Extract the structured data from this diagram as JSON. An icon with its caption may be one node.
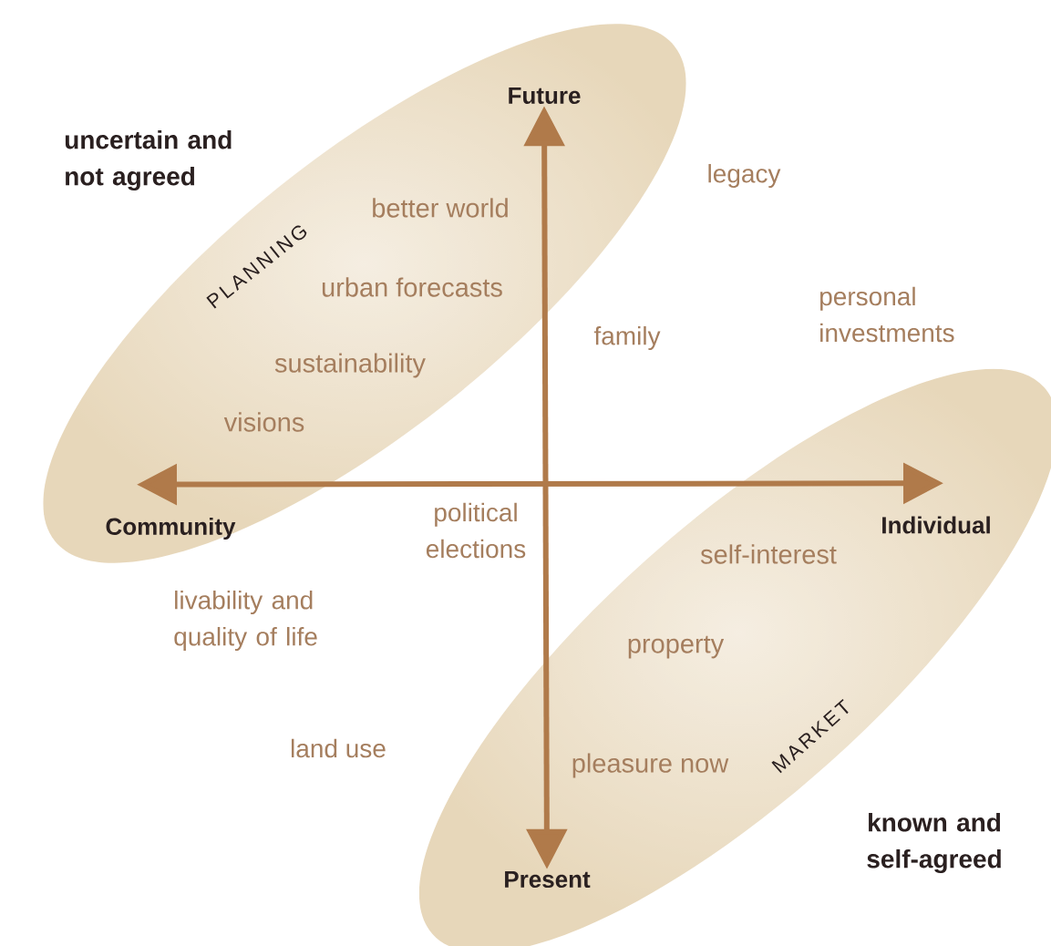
{
  "diagram": {
    "nodes": [
      {
        "text": [
          "PLANNING",
          "better world",
          "urban forecasts",
          "sustainability",
          "visions"
        ]
      },
      {
        "text": [
          "Future"
        ]
      },
      {
        "text": [
          "Community"
        ]
      },
      {
        "text": [
          "self-interest",
          "property",
          "pleasure now",
          "MARKET"
        ]
      },
      {
        "text": [
          "Individual"
        ]
      },
      {
        "text": [
          "Present"
        ]
      }
    ],
    "edges": [
      {
        "from": 5,
        "to": 1,
        "arrow": "both"
      },
      {
        "from": 2,
        "to": 4,
        "arrow": "both"
      }
    ],
    "labels": [
      "uncertain and not agreed",
      "legacy",
      "personal investments",
      "family",
      "political elections",
      "livability and quality of life",
      "land use",
      "known and self-agreed"
    ]
  }
}
